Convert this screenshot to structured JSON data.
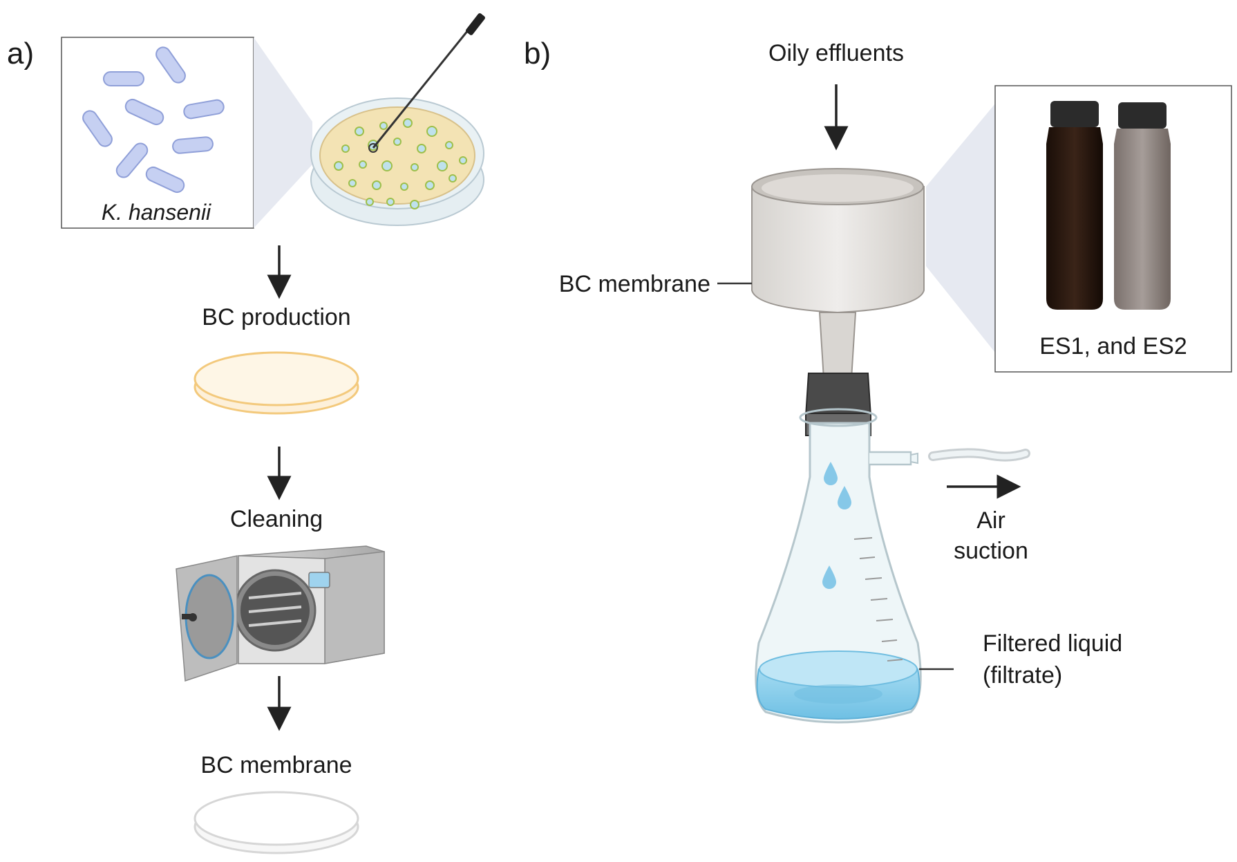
{
  "panel_a": {
    "letter": "a)",
    "organism_label": "K. hansenii",
    "steps": [
      "BC production",
      "Cleaning",
      "BC membrane"
    ]
  },
  "panel_b": {
    "letter": "b)",
    "input_label": "Oily effluents",
    "membrane_label": "BC membrane",
    "samples_label": "ES1, and ES2",
    "suction_label_line1": "Air",
    "suction_label_line2": "suction",
    "filtrate_label_line1": "Filtered liquid",
    "filtrate_label_line2": "(filtrate)"
  },
  "colors": {
    "bacteria": "#aab8e8",
    "agar": "#f3e3b4",
    "membrane_raw": "#f6c97a",
    "liquid": "#8fd0ec",
    "glass": "#e9f4f8",
    "dark_sample": "#2a1a12",
    "light_sample": "#8e8380",
    "arrow": "#222222"
  }
}
